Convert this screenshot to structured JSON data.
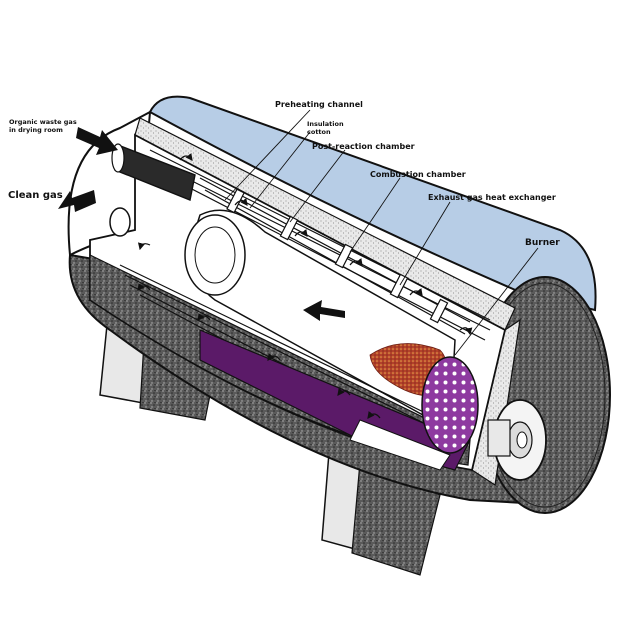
{
  "labels": {
    "organic_waste_gas_line1": "Organic waste gas",
    "organic_waste_gas_line2": "in drying room",
    "clean_gas": "Clean gas",
    "preheating_channel": "Preheating channel",
    "insulation_cotton_line1": "Insulation",
    "insulation_cotton_line2": "cotton",
    "post_reaction_chamber": "Post-reaction chamber",
    "combustion_chamber": "Combustion chamber",
    "exhaust_gas_heat_exchanger": "Exhaust gas heat exchanger",
    "burner": "Burner"
  },
  "colors": {
    "insulation_top": "#b7cde6",
    "insulation_end": "#d7dbe0",
    "shell_speckle": "#3c3c3c",
    "shell_light": "#f1f1f1",
    "purple_channel": "#5b1a68",
    "burner_disc": "#8e3aa0",
    "flame": "#b3412a",
    "arrow": "#111111"
  },
  "icons": [
    "inlet-arrow-icon",
    "outlet-arrow-icon",
    "flow-direction-arrow-icon",
    "flame-icon",
    "burner-disc-icon"
  ]
}
